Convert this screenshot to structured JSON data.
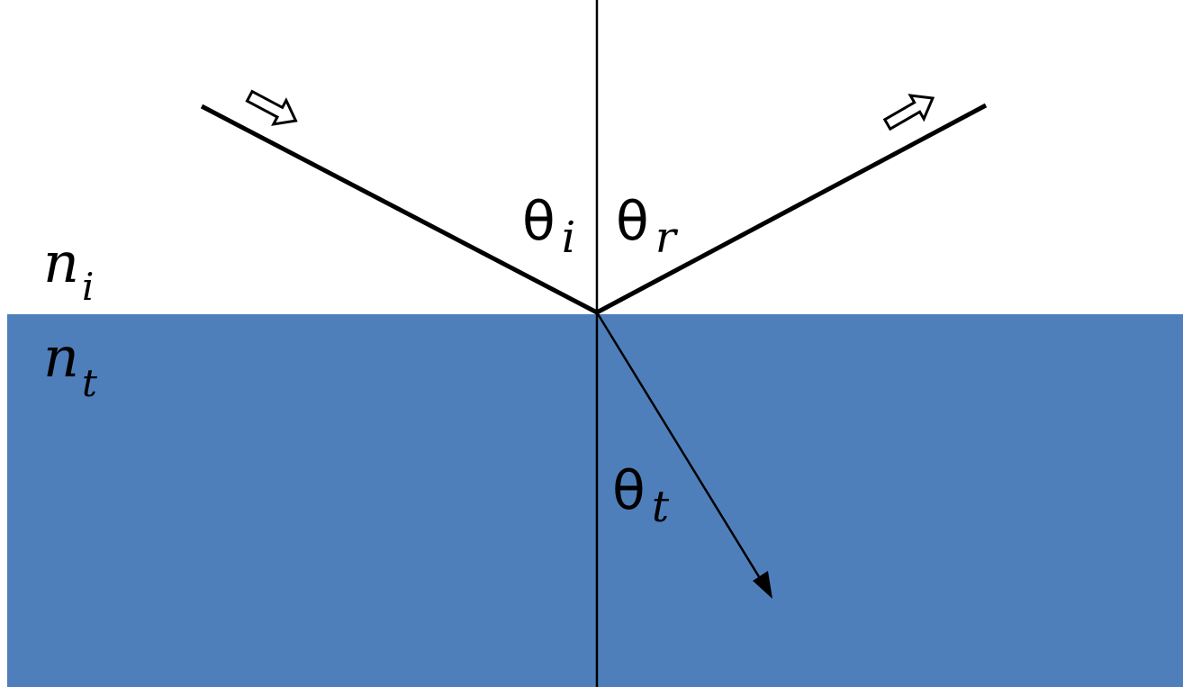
{
  "colors": {
    "medium": "#4f7fbb",
    "background": "#ffffff",
    "line": "#000000"
  },
  "labels": {
    "n_i_base": "n",
    "n_i_sub": "i",
    "n_t_base": "n",
    "n_t_sub": "t",
    "theta_i_base": "θ",
    "theta_i_sub": "i",
    "theta_r_base": "θ",
    "theta_r_sub": "r",
    "theta_t_base": "θ",
    "theta_t_sub": "t"
  },
  "icons": {
    "incident_direction": "hollow-arrow-icon",
    "reflected_direction": "hollow-arrow-icon",
    "transmitted_arrowhead": "arrowhead-icon"
  }
}
